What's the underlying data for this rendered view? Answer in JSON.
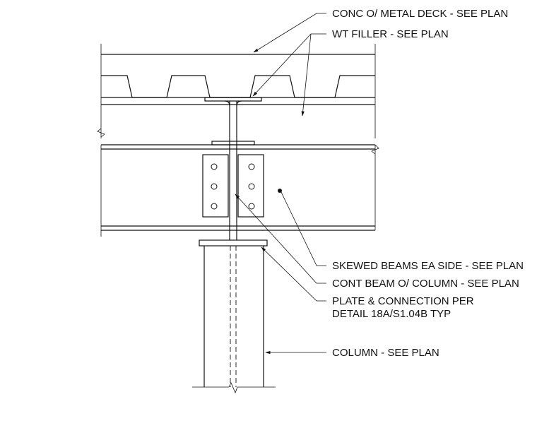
{
  "labels": {
    "deck": "CONC O/ METAL DECK - SEE PLAN",
    "filler": "WT FILLER - SEE PLAN",
    "skewed": "SKEWED BEAMS EA SIDE - SEE PLAN",
    "cont_beam": "CONT BEAM O/ COLUMN - SEE PLAN",
    "plate_line1": "PLATE & CONNECTION PER",
    "plate_line2": "DETAIL 18A/S1.04B TYP",
    "column": "COLUMN - SEE PLAN"
  }
}
